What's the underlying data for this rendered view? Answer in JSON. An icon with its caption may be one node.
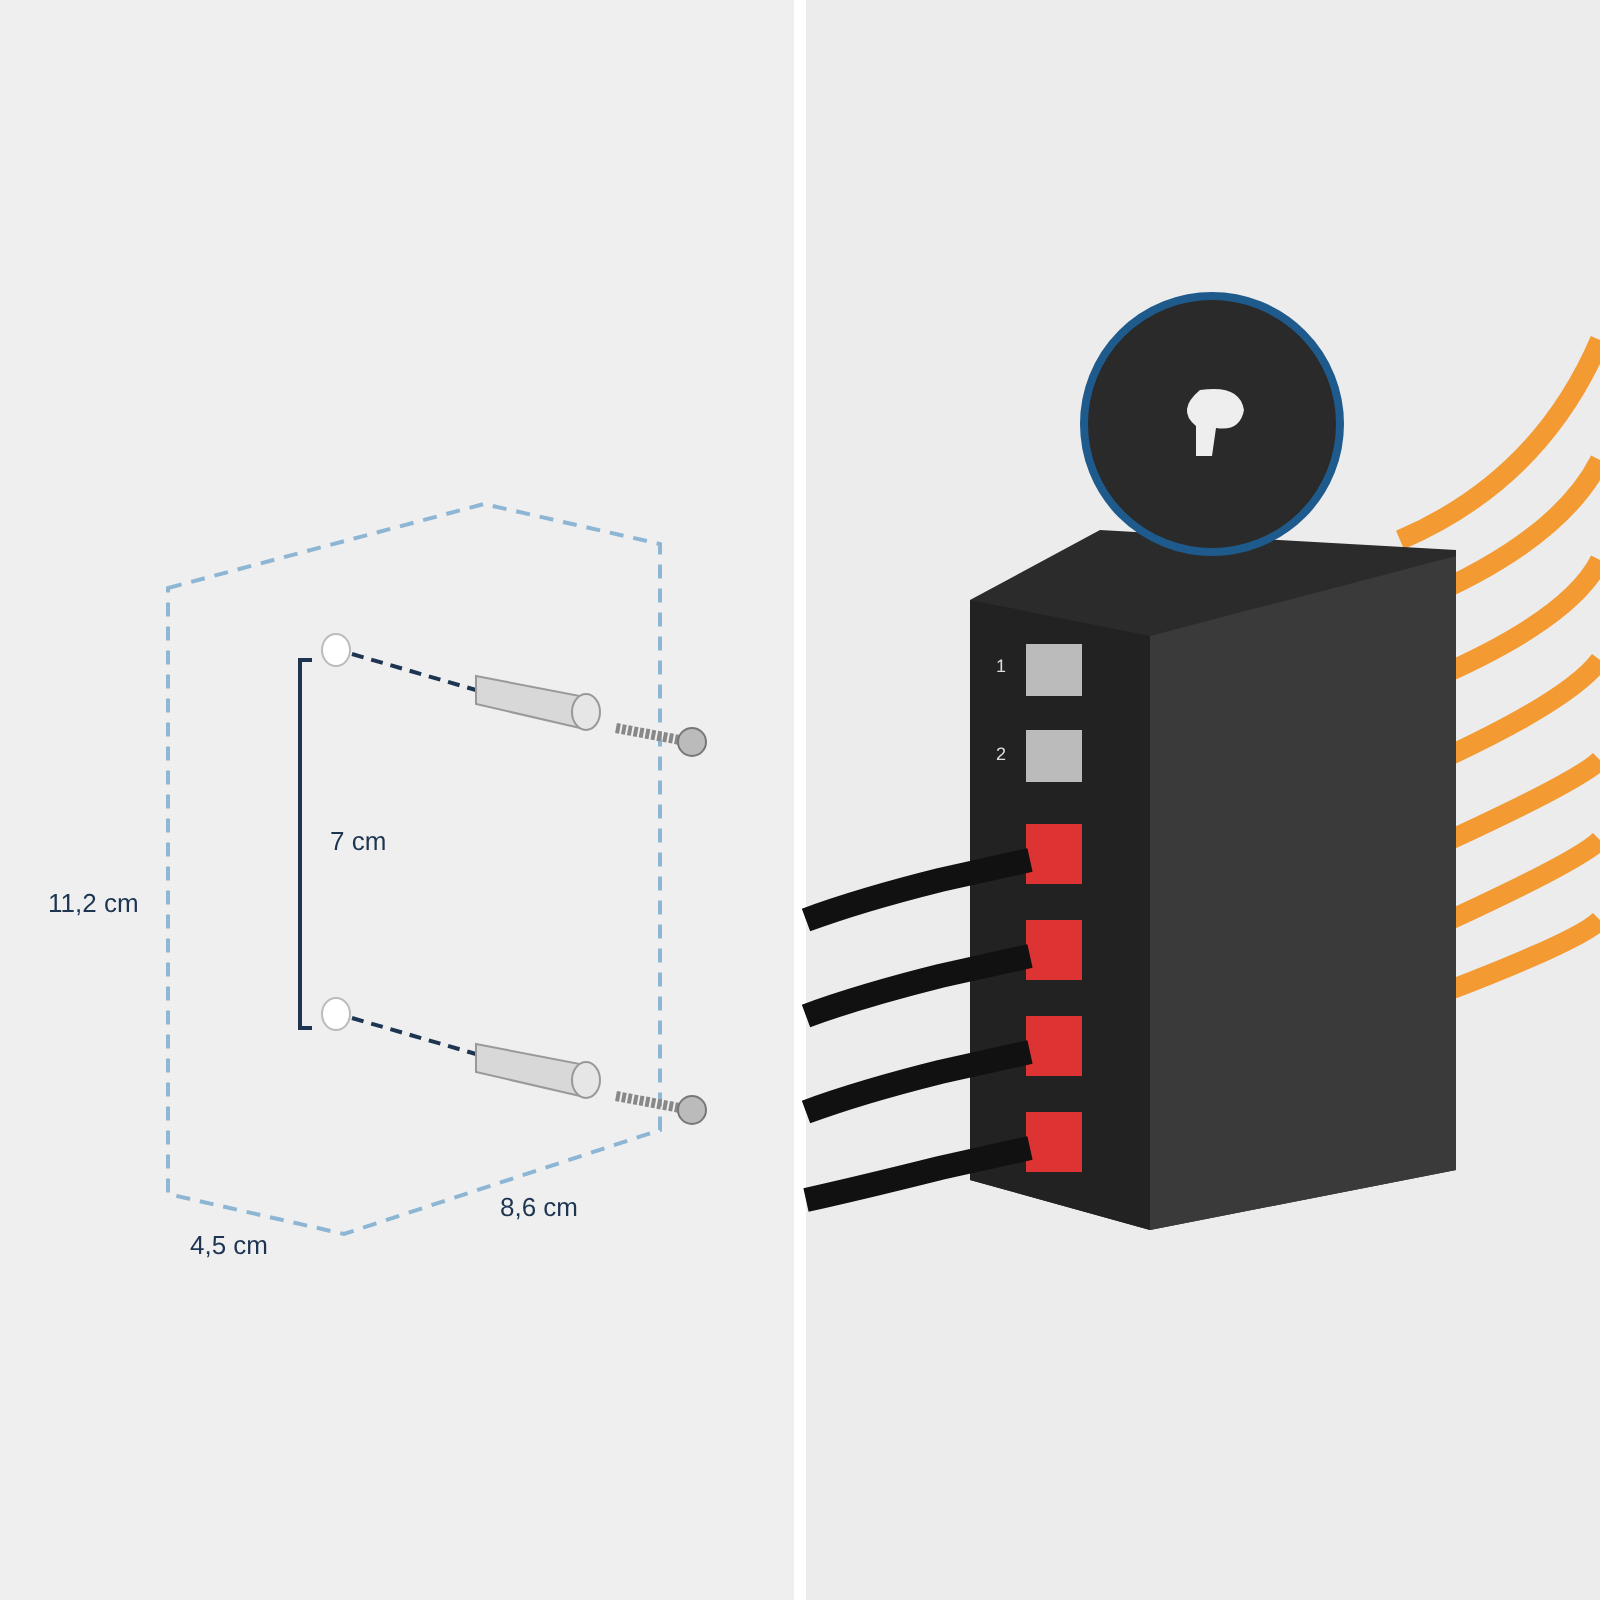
{
  "diagram": {
    "labels": [
      "11,2 cm",
      "7 cm",
      "4,5 cm",
      "8,6 cm",
      "1",
      "2"
    ]
  }
}
